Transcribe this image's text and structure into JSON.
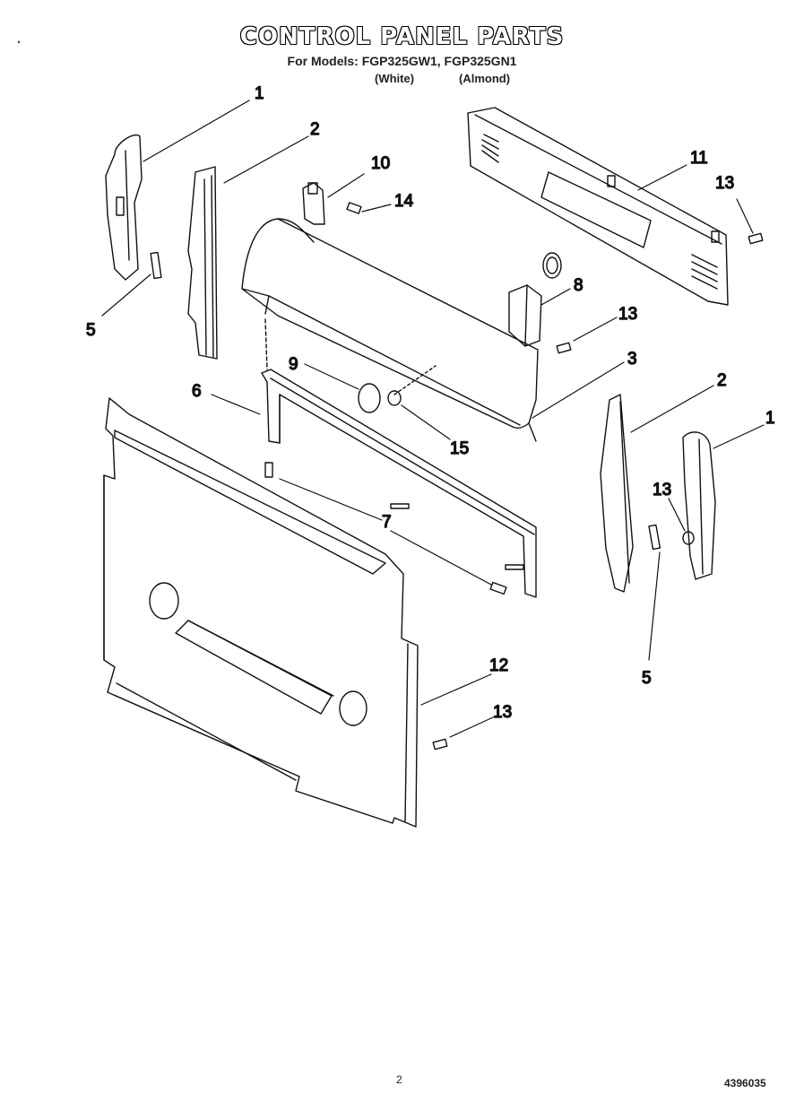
{
  "header": {
    "title": "CONTROL PANEL PARTS",
    "models_line": "For Models: FGP325GW1, FGP325GN1",
    "variant_white": "(White)",
    "variant_almond": "(Almond)"
  },
  "callouts": {
    "c1_left": "1",
    "c2_left": "2",
    "c5_left": "5",
    "c10": "10",
    "c14": "14",
    "c11": "11",
    "c13_top": "13",
    "c8": "8",
    "c13_mid": "13",
    "c3": "3",
    "c9": "9",
    "c6": "6",
    "c15": "15",
    "c2_right": "2",
    "c1_right": "1",
    "c13_right": "13",
    "c7": "7",
    "c5_right": "5",
    "c12": "12",
    "c13_bottom": "13"
  },
  "footer": {
    "page_number": "2",
    "document_number": "4396035"
  }
}
